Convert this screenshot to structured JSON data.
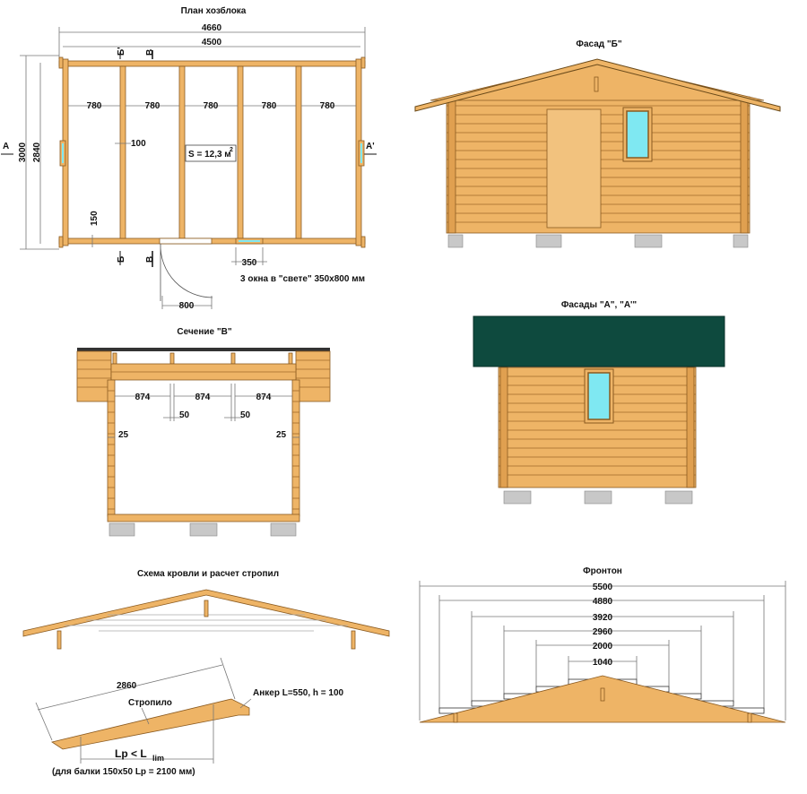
{
  "plan": {
    "title": "План хозблока",
    "dim_outer": "4660",
    "dim_inner": "4500",
    "dim_height_outer": "3000",
    "dim_height_inner": "2840",
    "spans": [
      "780",
      "780",
      "780",
      "780",
      "780"
    ],
    "beam_dim": "100",
    "beam_dim2": "150",
    "area_label": "S = 12,3 м",
    "area_sup": "2",
    "door_width": "800",
    "window_width": "350",
    "note": "3 окна в \"свете\" 350х800 мм",
    "cut_a_left": "А",
    "cut_a_right": "А'",
    "cut_b_top": "Б'",
    "cut_v_top": "В",
    "cut_b_bottom": "Б",
    "cut_v_bottom": "В"
  },
  "facade_b": {
    "title": "Фасад \"Б\""
  },
  "facade_a": {
    "title": "Фасады \"А\", \"А'\""
  },
  "section_v": {
    "title": "Сечение \"В\"",
    "spans": [
      "874",
      "874",
      "874"
    ],
    "gap1": "50",
    "gap2": "50",
    "side_left": "25",
    "side_right": "25"
  },
  "roof_scheme": {
    "title": "Схема кровли и расчет стропил",
    "rafter_length": "2860",
    "rafter_label": "Стропило",
    "anchor_label": "Анкер L=550, h = 100",
    "formula_main": "Lp < L",
    "formula_sub": "lim",
    "note": "(для балки 150х50 Lp = 2100 мм)"
  },
  "gable": {
    "title": "Фронтон",
    "dims": [
      "5500",
      "4880",
      "3920",
      "2960",
      "2000",
      "1040"
    ]
  },
  "colors": {
    "wood": "#eeb466",
    "wood_dark": "#8a5a20",
    "glass": "#7fe8f2",
    "roof_green": "#0e4a3e",
    "foundation": "#c8c8c8"
  }
}
